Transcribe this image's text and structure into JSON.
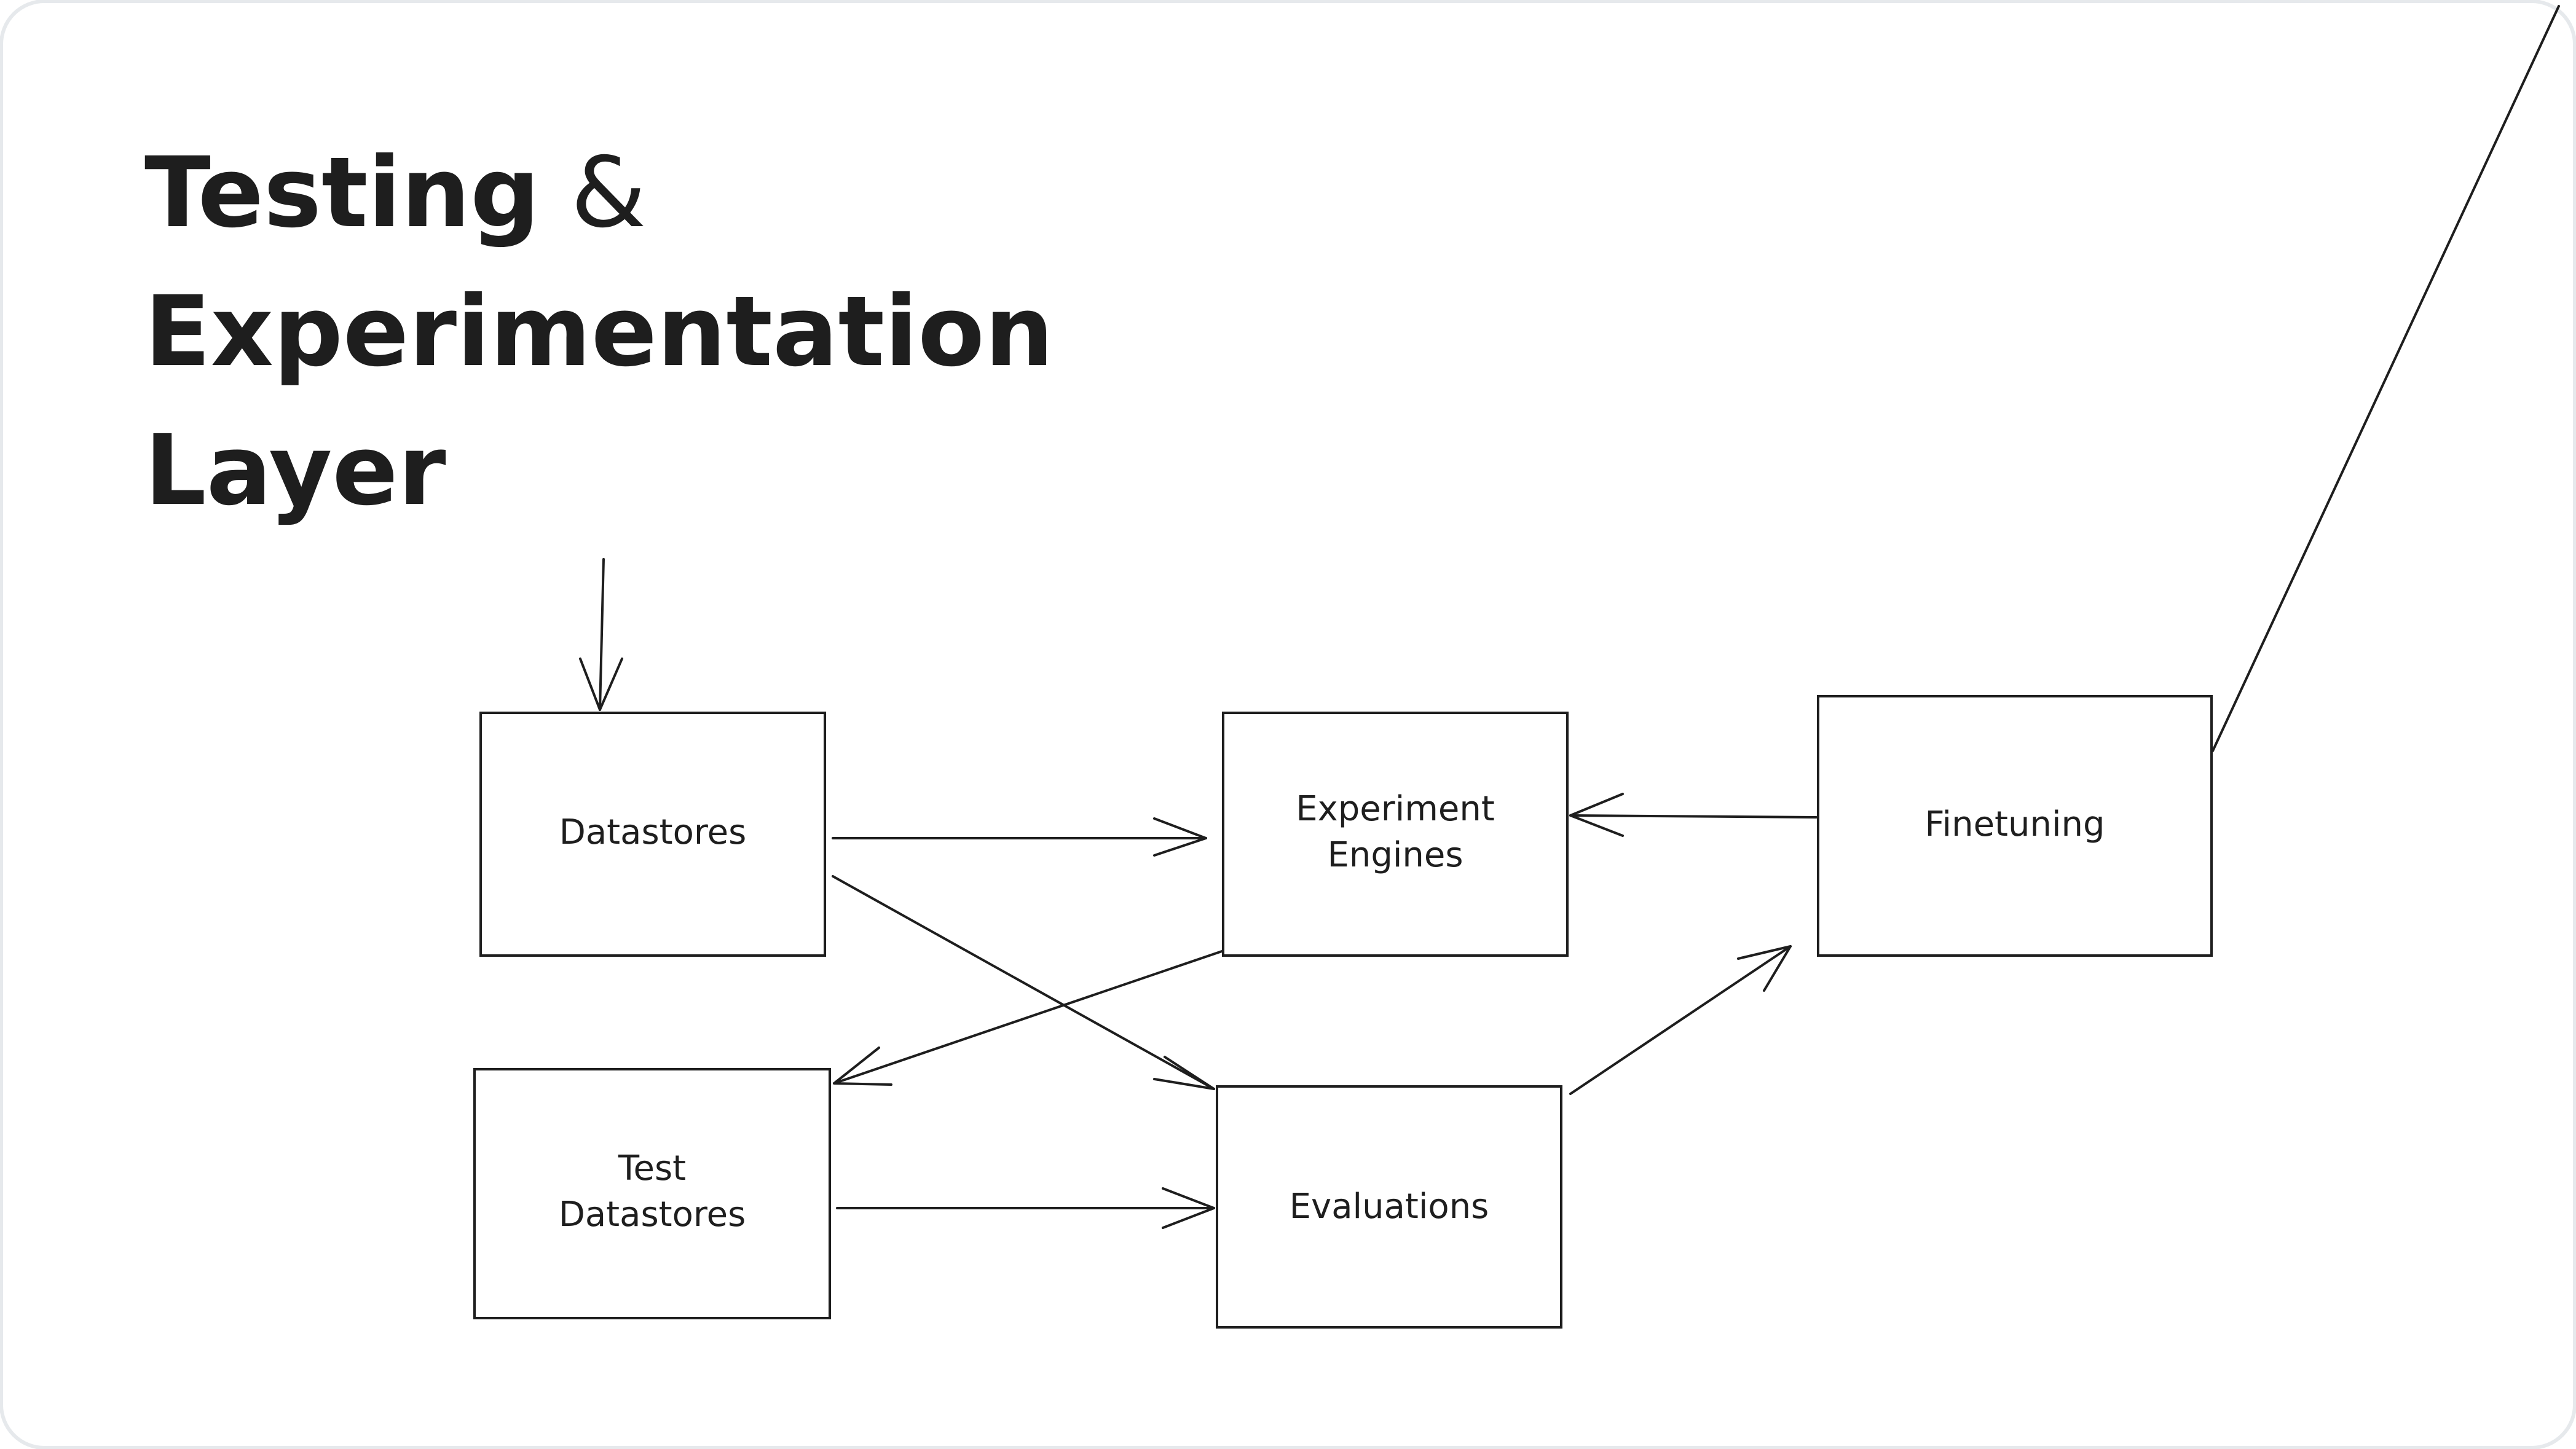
{
  "diagram": {
    "title": {
      "line1_bold": "Testing",
      "line1_regular": "&",
      "line2": "Experimentation",
      "line3": "Layer"
    },
    "nodes": {
      "datastores": "Datastores",
      "experiment_engines": [
        "Experiment",
        "Engines"
      ],
      "finetuning": "Finetuning",
      "test_datastores": [
        "Test",
        "Datastores"
      ],
      "evaluations": "Evaluations"
    }
  }
}
